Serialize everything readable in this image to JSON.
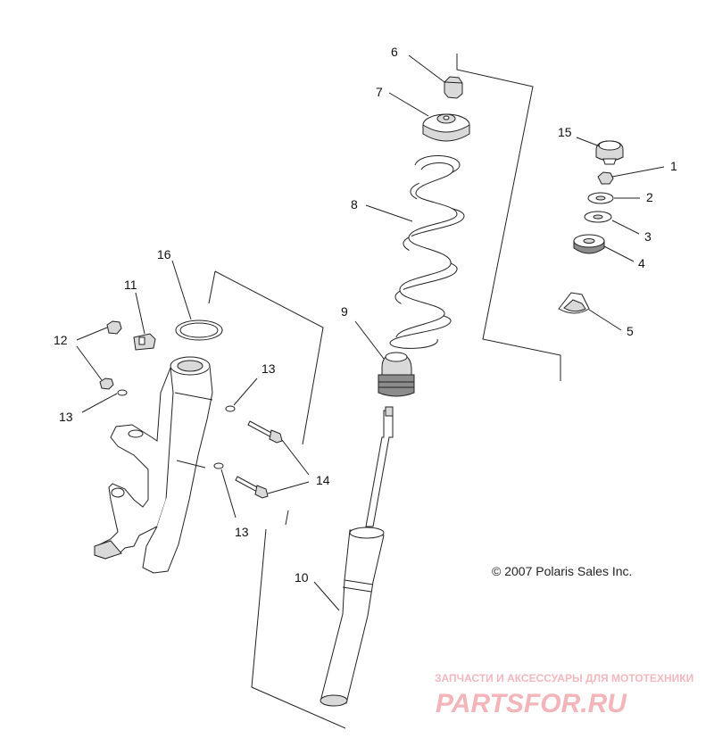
{
  "callouts": {
    "c1": "1",
    "c2": "2",
    "c3": "3",
    "c4": "4",
    "c5": "5",
    "c6": "6",
    "c7": "7",
    "c8": "8",
    "c9": "9",
    "c10": "10",
    "c11": "11",
    "c12": "12",
    "c13a": "13",
    "c13b": "13",
    "c13c": "13",
    "c14": "14",
    "c15": "15",
    "c16": "16"
  },
  "copyright": "© 2007 Polaris Sales Inc.",
  "watermark": {
    "tagline": "ЗАПЧАСТИ И АКСЕССУАРЫ ДЛЯ МОТОТЕХНИКИ",
    "brand": "PARTSFOR.RU"
  },
  "colors": {
    "line": "#222222",
    "watermark": "#f3b4ba"
  }
}
